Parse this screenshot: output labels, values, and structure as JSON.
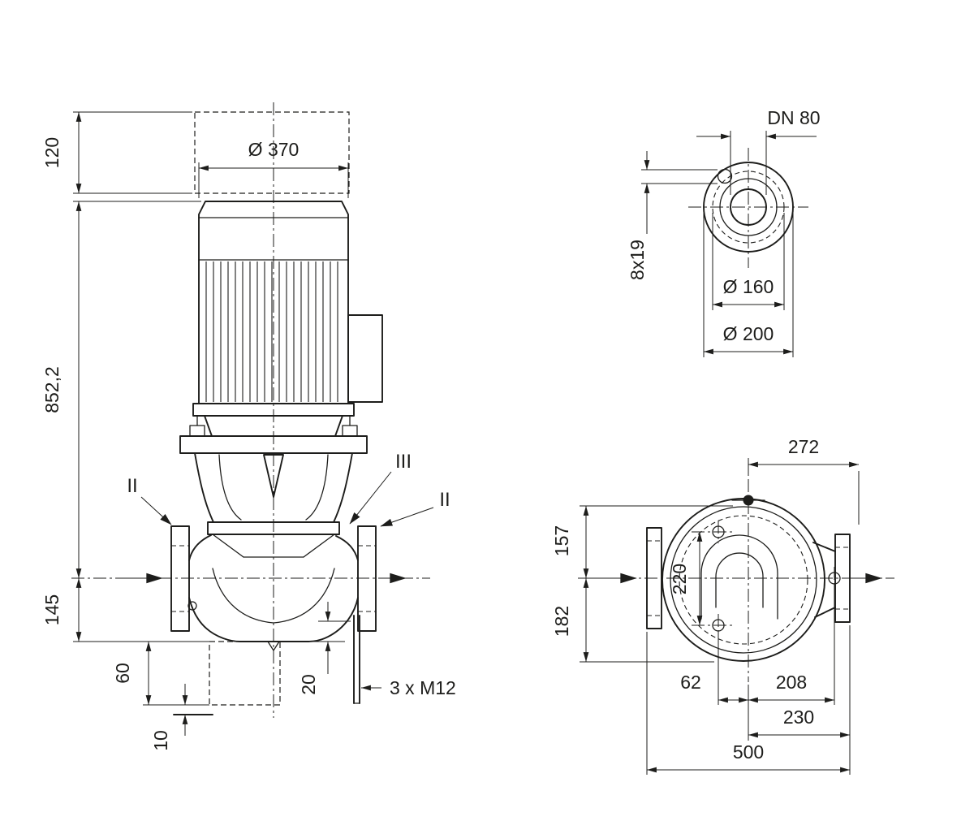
{
  "drawing": {
    "type": "pump-dimensional-drawing",
    "colors": {
      "line": "#1d1d1b",
      "background": "#ffffff"
    },
    "front": {
      "dim_120": "120",
      "dia_370": "Ø 370",
      "dim_852_2": "852,2",
      "dim_145": "145",
      "dim_60": "60",
      "dim_10": "10",
      "dim_20": "20",
      "bolt_label": "3 x M12",
      "section_left": "II",
      "section_right": "II",
      "section_iii": "III"
    },
    "flange": {
      "dn": "DN 80",
      "holes": "8x19",
      "bolt_circle": "Ø 160",
      "outer": "Ø 200"
    },
    "top": {
      "dim_272": "272",
      "dim_157": "157",
      "dim_220": "220",
      "dim_182": "182",
      "dim_62": "62",
      "dim_208": "208",
      "dim_230": "230",
      "dim_500": "500"
    }
  }
}
